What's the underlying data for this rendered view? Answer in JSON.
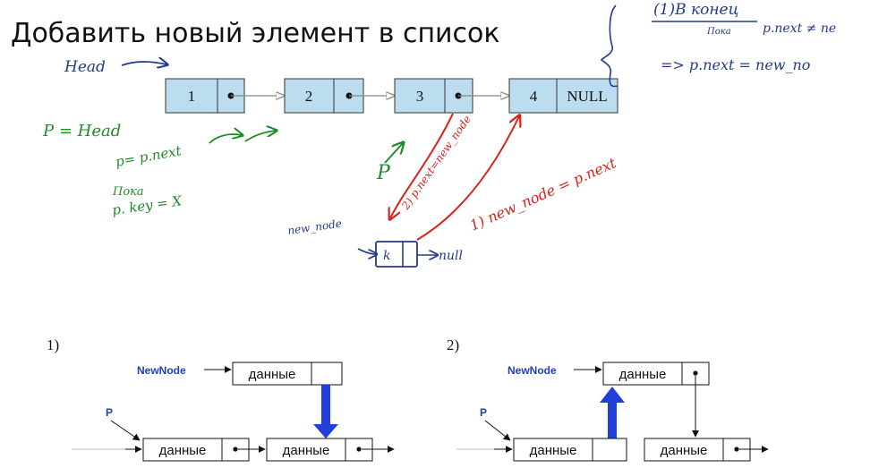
{
  "title": "Добавить новый элемент в список",
  "top_list": {
    "values": [
      "1",
      "2",
      "3",
      "4"
    ],
    "null_label": "NULL"
  },
  "annotations": {
    "head": "Head",
    "p_eq_head": "P = Head",
    "p_eq_next": "p= p.next",
    "poka": "Пока",
    "p_key": "p. key = X",
    "p_letter": "P",
    "new_node": "new_node",
    "new_node_value": "k",
    "null_word": "null",
    "step2": "2) p.next=new_node",
    "step1": "1) new_node = p.next",
    "note_title": "(1)В конец",
    "note_poka": "Пока",
    "note_cond": "p.next ≠ ne",
    "note_result": "=> p.next = new_no"
  },
  "bottom": {
    "step1_label": "1)",
    "step2_label": "2)",
    "newnode_label": "NewNode",
    "p_label": "P",
    "data_label": "данные"
  },
  "colors": {
    "node_fill": "#bcdcf0",
    "ink_blue": "#243a8c",
    "ink_green": "#1f8a2a",
    "ink_red": "#d8231b",
    "arrow_blue": "#1f3fd8"
  }
}
